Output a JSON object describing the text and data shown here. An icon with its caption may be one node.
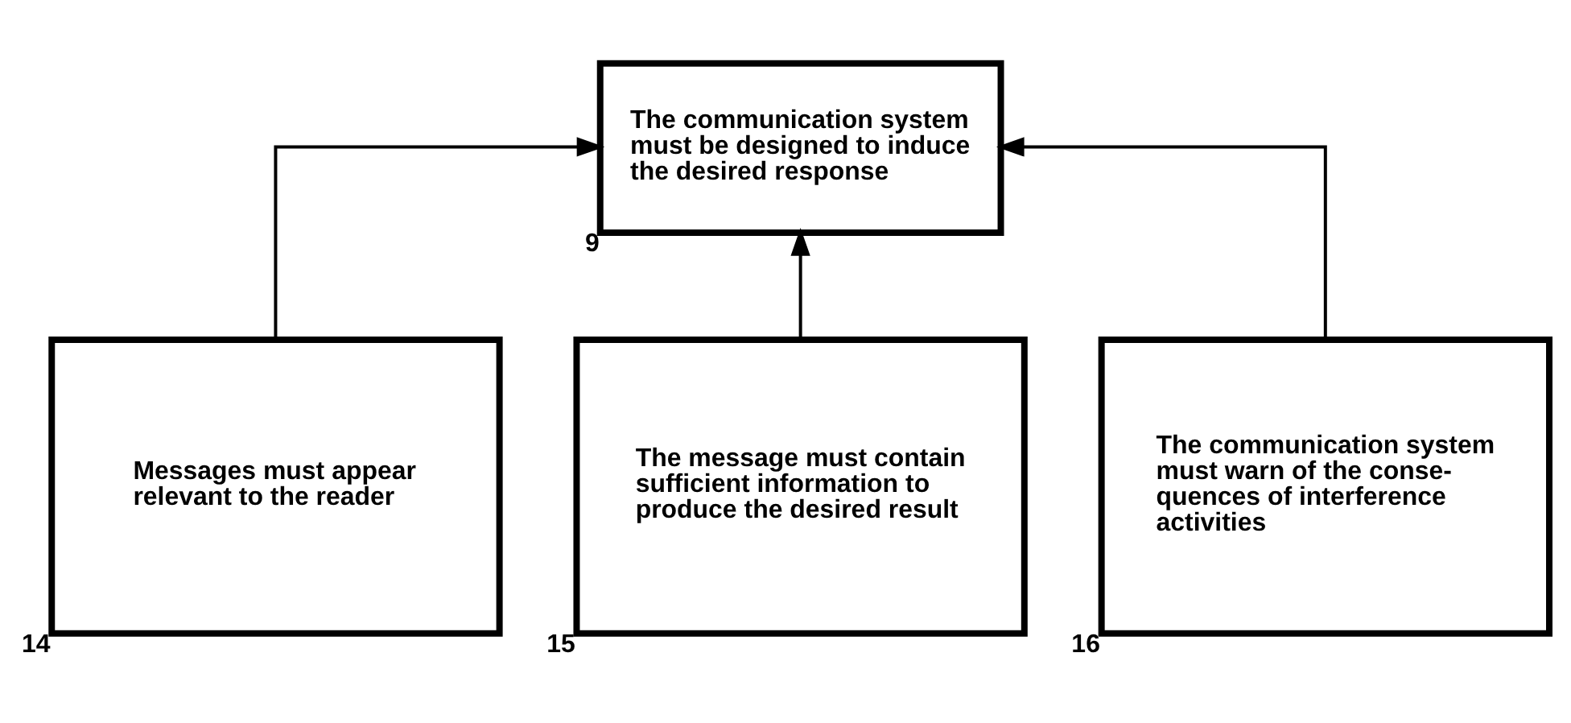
{
  "diagram": {
    "nodes": [
      {
        "text": [
          "The communication system must be designed to induce the desired response"
        ],
        "beside": [
          "9"
        ]
      },
      {
        "text": [
          "Messages must appear relevant to the reader"
        ],
        "beside": [
          "14"
        ]
      },
      {
        "text": [
          "The message must contain sufficient information to produce the desired result"
        ],
        "beside": [
          "15"
        ]
      },
      {
        "text": [
          "The communication system must warn of the conse- quences of interference activities"
        ],
        "beside": [
          "16"
        ]
      }
    ],
    "edges": [
      {
        "from": 1,
        "to": 0,
        "arrow": "to"
      },
      {
        "from": 2,
        "to": 0,
        "arrow": "to"
      },
      {
        "from": 3,
        "to": 0,
        "arrow": "to"
      }
    ]
  }
}
